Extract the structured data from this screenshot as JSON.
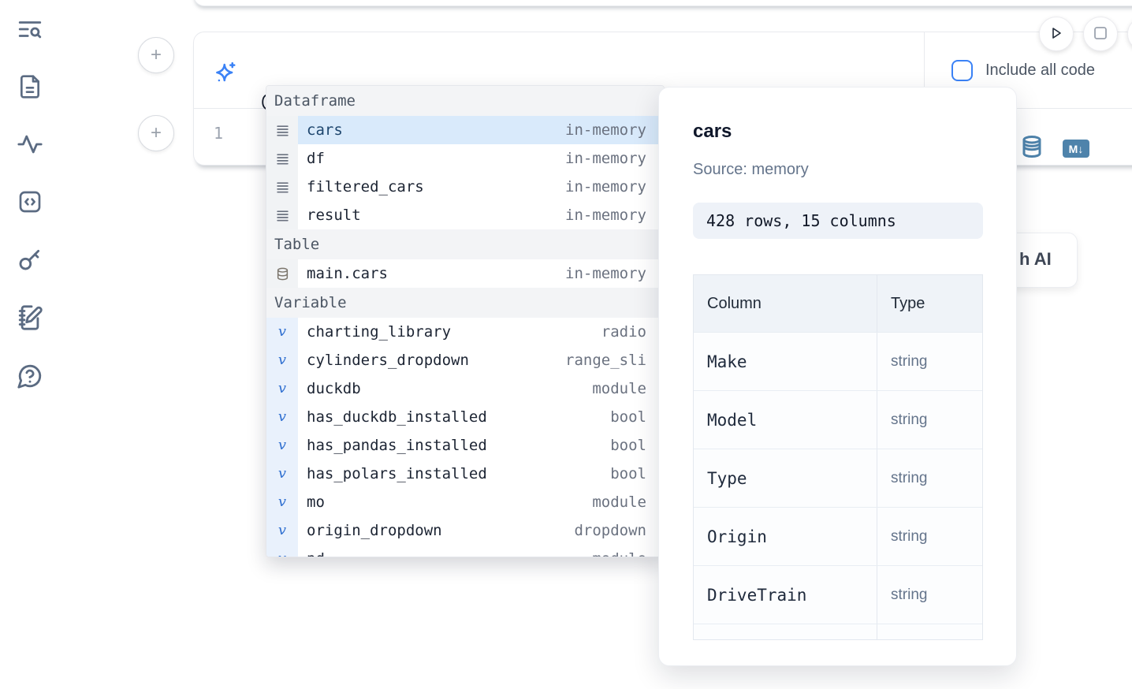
{
  "colors": {
    "accent_blue": "#3b82f6",
    "steel_blue_icon": "#4e83ab",
    "sidebar_icon": "#5b6b82",
    "selected_row_bg": "#d9eafb",
    "section_bg": "#f3f4f6",
    "badge_bg": "#eef2f8"
  },
  "sidebar": {
    "icons": [
      "text-search-icon",
      "file-text-icon",
      "activity-icon",
      "code-box-icon",
      "key-icon",
      "notebook-pen-icon",
      "help-chat-icon"
    ]
  },
  "toolbar": {
    "run_icon": "play-icon",
    "stop_icon": "stop-icon"
  },
  "ai_input": {
    "icon": "sparkles-icon",
    "value": "@",
    "include_all_code_label": "Include all code"
  },
  "cell": {
    "line_number": "1",
    "output_icons": [
      "database-icon",
      "markdown-icon"
    ],
    "markdown_badge_text": "M↓"
  },
  "ai_button_fragment": {
    "visible_text": "h AI"
  },
  "completion": {
    "sections": [
      {
        "label": "Dataframe",
        "kind": "dataframe",
        "icon": "rows-icon",
        "items": [
          {
            "name": "cars",
            "type": "in-memory",
            "selected": true
          },
          {
            "name": "df",
            "type": "in-memory"
          },
          {
            "name": "filtered_cars",
            "type": "in-memory"
          },
          {
            "name": "result",
            "type": "in-memory"
          }
        ]
      },
      {
        "label": "Table",
        "kind": "table",
        "icon": "database-icon",
        "items": [
          {
            "name": "main.cars",
            "type": "in-memory"
          }
        ]
      },
      {
        "label": "Variable",
        "kind": "variable",
        "icon": "variable-icon",
        "items": [
          {
            "name": "charting_library",
            "type": "radio"
          },
          {
            "name": "cylinders_dropdown",
            "type": "range_sli"
          },
          {
            "name": "duckdb",
            "type": "module"
          },
          {
            "name": "has_duckdb_installed",
            "type": "bool"
          },
          {
            "name": "has_pandas_installed",
            "type": "bool"
          },
          {
            "name": "has_polars_installed",
            "type": "bool"
          },
          {
            "name": "mo",
            "type": "module"
          },
          {
            "name": "origin_dropdown",
            "type": "dropdown"
          },
          {
            "name": "pd",
            "type": "module"
          }
        ]
      }
    ]
  },
  "preview": {
    "title": "cars",
    "source": "Source: memory",
    "shape_badge": "428 rows, 15 columns",
    "table": {
      "headers": [
        "Column",
        "Type"
      ],
      "rows": [
        [
          "Make",
          "string"
        ],
        [
          "Model",
          "string"
        ],
        [
          "Type",
          "string"
        ],
        [
          "Origin",
          "string"
        ],
        [
          "DriveTrain",
          "string"
        ],
        [
          "",
          ""
        ]
      ]
    }
  }
}
